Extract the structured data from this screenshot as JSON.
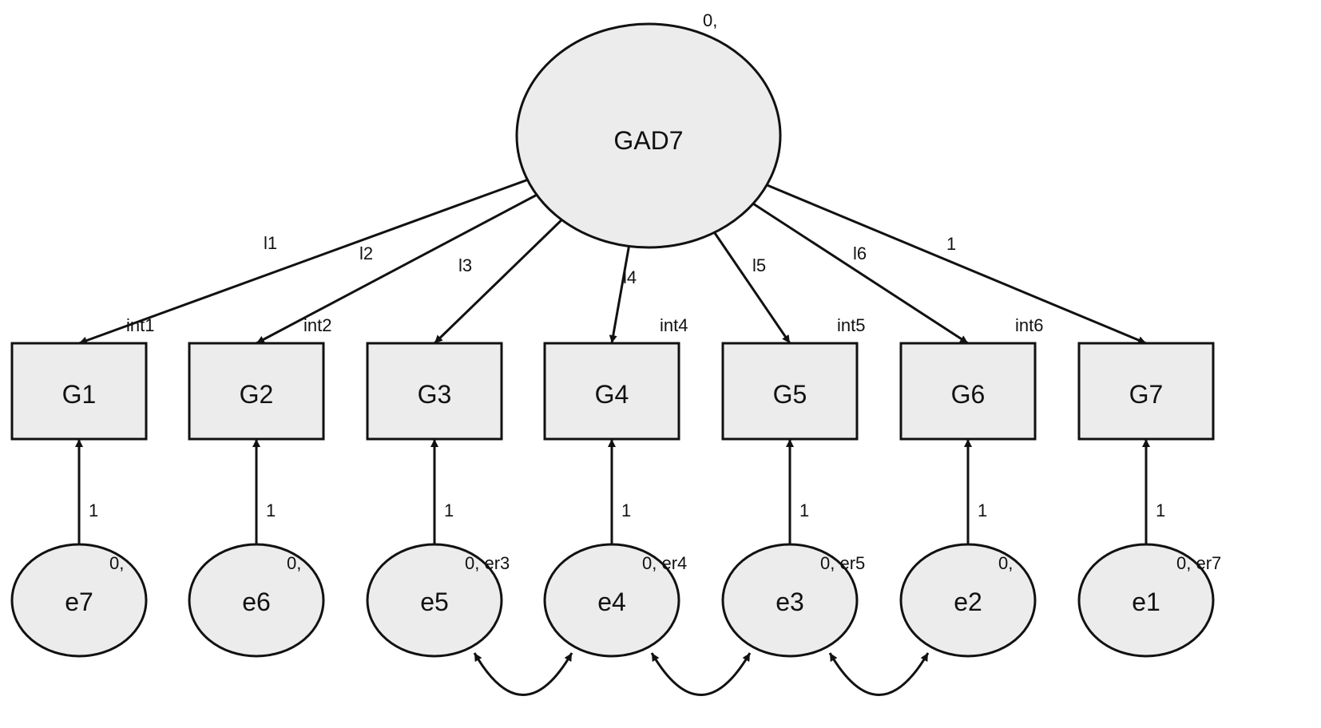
{
  "latent": {
    "label": "GAD7",
    "variance_label": "0,"
  },
  "observed": [
    {
      "id": "G1",
      "label": "G1",
      "loading": "l1",
      "intercept": "int1"
    },
    {
      "id": "G2",
      "label": "G2",
      "loading": "l2",
      "intercept": "int2"
    },
    {
      "id": "G3",
      "label": "G3",
      "loading": "l3",
      "intercept": ""
    },
    {
      "id": "G4",
      "label": "G4",
      "loading": "l4",
      "intercept": "int4"
    },
    {
      "id": "G5",
      "label": "G5",
      "loading": "l5",
      "intercept": "int5"
    },
    {
      "id": "G6",
      "label": "G6",
      "loading": "l6",
      "intercept": "int6"
    },
    {
      "id": "G7",
      "label": "G7",
      "loading": "1",
      "intercept": ""
    }
  ],
  "errors": [
    {
      "label": "e7",
      "path_label": "1",
      "param_label": "0,"
    },
    {
      "label": "e6",
      "path_label": "1",
      "param_label": "0,"
    },
    {
      "label": "e5",
      "path_label": "1",
      "param_label": "0, er3"
    },
    {
      "label": "e4",
      "path_label": "1",
      "param_label": "0, er4"
    },
    {
      "label": "e3",
      "path_label": "1",
      "param_label": "0, er5"
    },
    {
      "label": "e2",
      "path_label": "1",
      "param_label": "0,"
    },
    {
      "label": "e1",
      "path_label": "1",
      "param_label": "0, er7"
    }
  ],
  "covariances": [
    {
      "from": "e5",
      "to": "e4"
    },
    {
      "from": "e4",
      "to": "e3"
    },
    {
      "from": "e3",
      "to": "e2"
    }
  ]
}
